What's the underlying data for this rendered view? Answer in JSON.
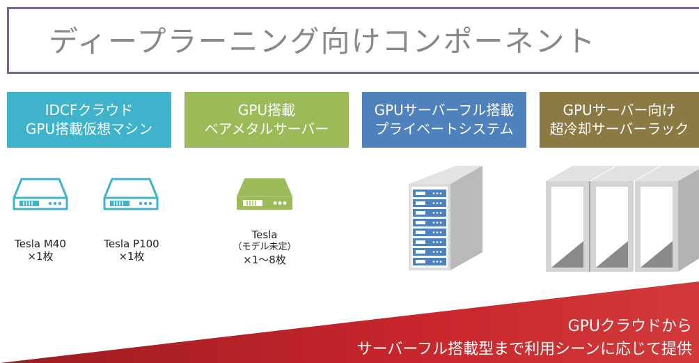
{
  "title": "ディープラーニング向けコンポーネント",
  "categories": [
    {
      "line1": "IDCFクラウド",
      "line2": "GPU搭載仮想マシン",
      "color": "#3fb3cc"
    },
    {
      "line1": "GPU搭載",
      "line2": "ベアメタルサーバー",
      "color": "#9bbb59"
    },
    {
      "line1": "GPUサーバーフル搭載",
      "line2": "プライベートシステム",
      "color": "#4f81bd"
    },
    {
      "line1": "GPUサーバー向け",
      "line2": "超冷却サーバーラック",
      "color": "#8c7a44"
    }
  ],
  "products": [
    {
      "name": "Tesla M40",
      "qty": "×1枚"
    },
    {
      "name": "Tesla P100",
      "qty": "×1枚"
    },
    {
      "name": "Tesla",
      "note": "（モデル未定）",
      "qty": "×1～8枚"
    }
  ],
  "banner": {
    "line1": "GPUクラウドから",
    "line2": "サーバーフル搭載型まで利用シーンに応じて提供",
    "color": "#c8262c"
  }
}
